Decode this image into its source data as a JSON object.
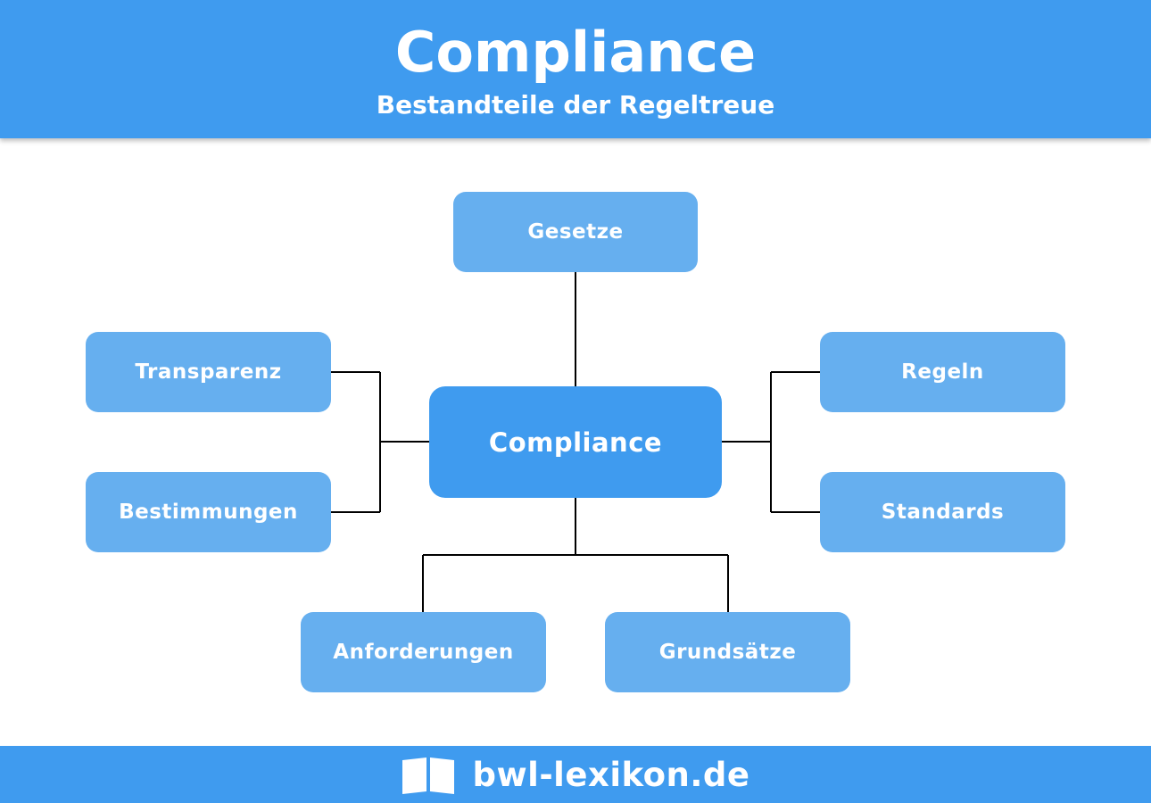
{
  "header": {
    "title": "Compliance",
    "subtitle": "Bestandteile der Regeltreue"
  },
  "diagram": {
    "center": "Compliance",
    "nodes": {
      "top": "Gesetze",
      "left_upper": "Transparenz",
      "left_lower": "Bestimmungen",
      "right_upper": "Regeln",
      "right_lower": "Standards",
      "bottom_left": "Anforderungen",
      "bottom_right": "Grundsätze"
    }
  },
  "footer": {
    "brand": "bwl-lexikon.de",
    "logo_icon": "book-icon"
  },
  "colors": {
    "header": "#3f9bef",
    "center_node": "#3f9bef",
    "node": "#66afef",
    "connector": "#000000",
    "text": "#ffffff"
  }
}
